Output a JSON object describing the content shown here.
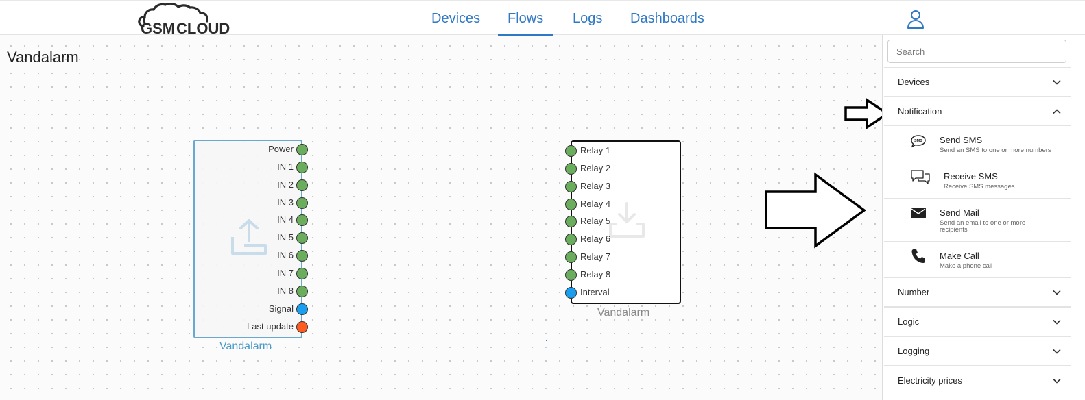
{
  "app": {
    "logo_text_left": "GSM",
    "logo_text_right": "CLOUD"
  },
  "nav": {
    "devices": "Devices",
    "flows": "Flows",
    "logs": "Logs",
    "dashboards": "Dashboards",
    "active": "Flows"
  },
  "flow": {
    "title": "Vandalarm"
  },
  "nodes": {
    "source": {
      "caption": "Vandalarm",
      "ports": [
        {
          "label": "Power",
          "color": "green"
        },
        {
          "label": "IN 1",
          "color": "green"
        },
        {
          "label": "IN 2",
          "color": "green"
        },
        {
          "label": "IN 3",
          "color": "green"
        },
        {
          "label": "IN 4",
          "color": "green"
        },
        {
          "label": "IN 5",
          "color": "green"
        },
        {
          "label": "IN 6",
          "color": "green"
        },
        {
          "label": "IN 7",
          "color": "green"
        },
        {
          "label": "IN 8",
          "color": "green"
        },
        {
          "label": "Signal",
          "color": "blue"
        },
        {
          "label": "Last update",
          "color": "orange"
        }
      ]
    },
    "target": {
      "caption": "Vandalarm",
      "ports": [
        {
          "label": "Relay 1",
          "color": "green"
        },
        {
          "label": "Relay 2",
          "color": "green"
        },
        {
          "label": "Relay 3",
          "color": "green"
        },
        {
          "label": "Relay 4",
          "color": "green"
        },
        {
          "label": "Relay 5",
          "color": "green"
        },
        {
          "label": "Relay 6",
          "color": "green"
        },
        {
          "label": "Relay 7",
          "color": "green"
        },
        {
          "label": "Relay 8",
          "color": "green"
        },
        {
          "label": "Interval",
          "color": "blue"
        }
      ]
    }
  },
  "sidebar": {
    "search_placeholder": "Search",
    "sections": {
      "devices": "Devices",
      "notification": "Notification",
      "number": "Number",
      "logic": "Logic",
      "logging": "Logging",
      "electricity": "Electricity prices"
    },
    "notification_items": [
      {
        "title": "Send SMS",
        "desc": "Send an SMS to one or more numbers",
        "icon": "sms-bubble-icon"
      },
      {
        "title": "Receive SMS",
        "desc": "Receive SMS messages",
        "icon": "chat-bubbles-icon"
      },
      {
        "title": "Send Mail",
        "desc": "Send an email to one or more recipients",
        "icon": "envelope-icon"
      },
      {
        "title": "Make Call",
        "desc": "Make a phone call",
        "icon": "phone-icon"
      }
    ]
  },
  "colors": {
    "accent": "#2f78c4",
    "port_green": "#6aad5c",
    "port_blue": "#1a9ff0",
    "port_orange": "#ff5a1f",
    "node_border_selected": "#6aa8d0"
  }
}
